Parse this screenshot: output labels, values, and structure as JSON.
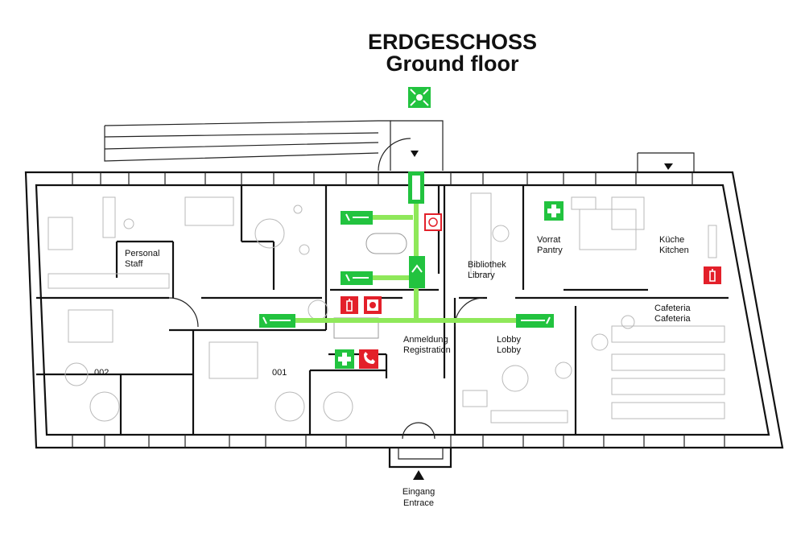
{
  "title": {
    "line1": "ERDGESCHOSS",
    "line2": "Ground floor"
  },
  "rooms": [
    {
      "key": "staff",
      "line1": "Personal",
      "line2": "Staff"
    },
    {
      "key": "library",
      "line1": "Bibliothek",
      "line2": "Library"
    },
    {
      "key": "pantry",
      "line1": "Vorrat",
      "line2": "Pantry"
    },
    {
      "key": "kitchen",
      "line1": "Küche",
      "line2": "Kitchen"
    },
    {
      "key": "cafeteria",
      "line1": "Cafeteria",
      "line2": "Cafeteria"
    },
    {
      "key": "registration",
      "line1": "Anmeldung",
      "line2": "Registration"
    },
    {
      "key": "lobby",
      "line1": "Lobby",
      "line2": "Lobby"
    },
    {
      "key": "room002",
      "line1": "002",
      "line2": ""
    },
    {
      "key": "room001",
      "line1": "001",
      "line2": ""
    },
    {
      "key": "entrance",
      "line1": "Eingang",
      "line2": "Entrace"
    }
  ],
  "colors": {
    "safety_green": "#22c33f",
    "escape_route": "#8fe85a",
    "fire_red": "#e3202a",
    "wall": "#111111"
  },
  "signs": [
    {
      "icon": "assembly-point-icon",
      "color": "green"
    },
    {
      "icon": "first-aid-icon",
      "color": "green"
    },
    {
      "icon": "first-aid-icon",
      "color": "green"
    },
    {
      "icon": "fire-extinguisher-icon",
      "color": "red"
    },
    {
      "icon": "fire-extinguisher-icon",
      "color": "red"
    },
    {
      "icon": "fire-alarm-button-icon",
      "color": "red"
    },
    {
      "icon": "emergency-phone-icon",
      "color": "red"
    },
    {
      "icon": "emergency-exit-icon",
      "color": "green"
    },
    {
      "icon": "gas-shutoff-icon",
      "color": "red"
    }
  ]
}
